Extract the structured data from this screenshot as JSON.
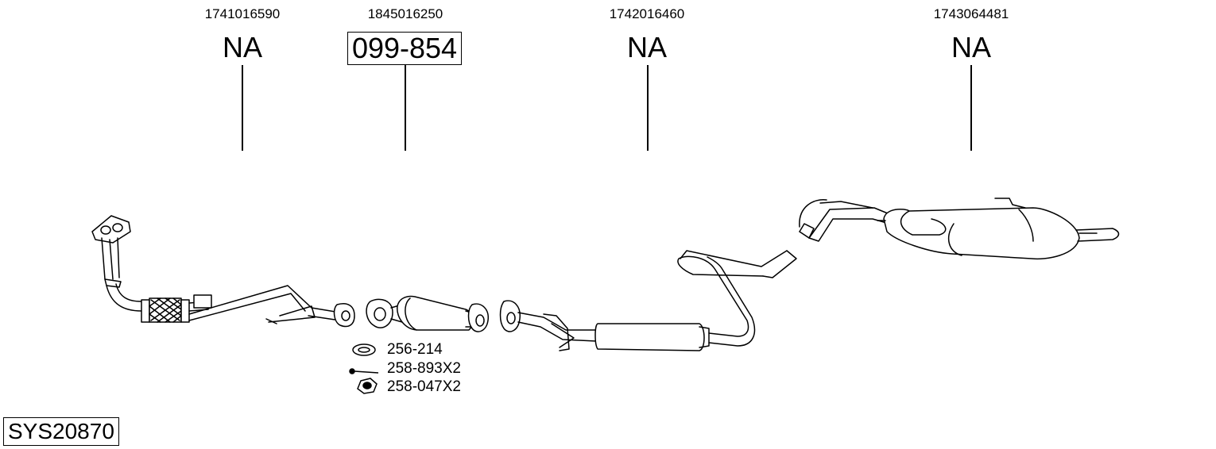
{
  "parts": [
    {
      "oe_number": "1741016590",
      "reference": "NA",
      "boxed": false
    },
    {
      "oe_number": "1845016250",
      "reference": "099-854",
      "boxed": true
    },
    {
      "oe_number": "1742016460",
      "reference": "NA",
      "boxed": false
    },
    {
      "oe_number": "1743064481",
      "reference": "NA",
      "boxed": false
    }
  ],
  "accessories": [
    {
      "code": "256-214",
      "icon": "gasket-ring-icon"
    },
    {
      "code": "258-893X2",
      "icon": "bolt-icon"
    },
    {
      "code": "258-047X2",
      "icon": "hex-nut-icon"
    }
  ],
  "system_code": "SYS20870"
}
